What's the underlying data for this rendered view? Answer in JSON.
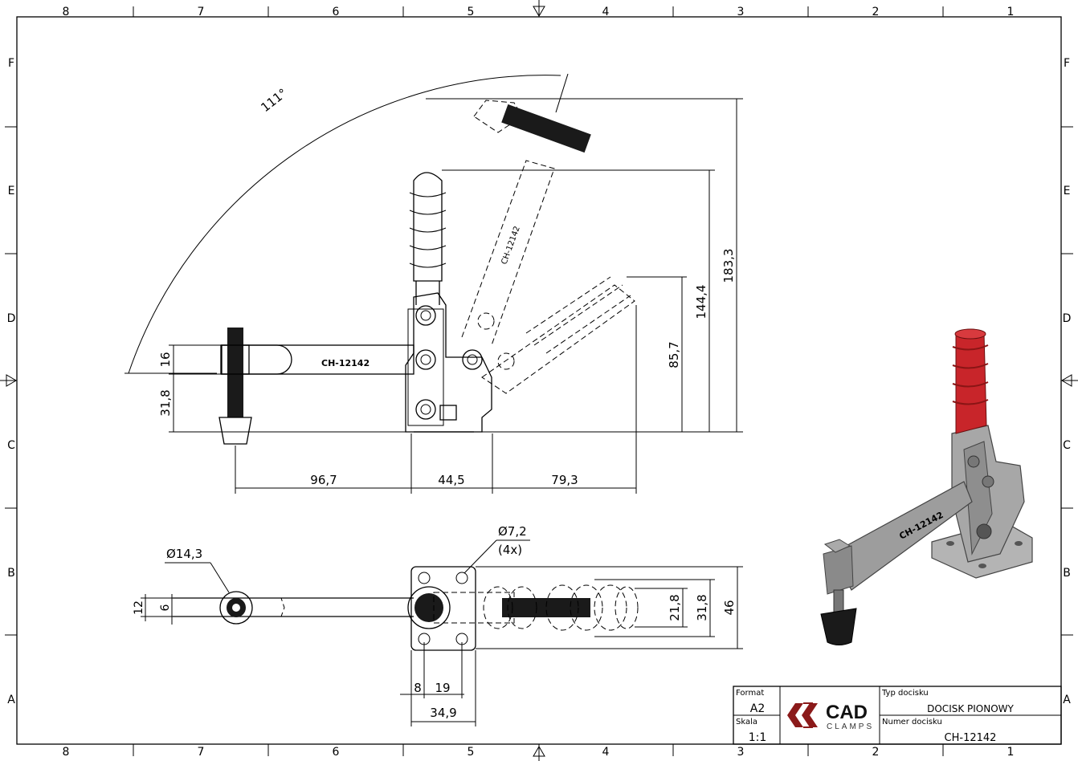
{
  "sheet": {
    "zones_top": [
      "8",
      "7",
      "6",
      "5",
      "4",
      "3",
      "2",
      "1"
    ],
    "zones_side": [
      "F",
      "E",
      "D",
      "C",
      "B",
      "A"
    ]
  },
  "dimensions": {
    "angle": "111°",
    "h16": "16",
    "h31_8_left": "31,8",
    "h85_7": "85,7",
    "h144_4": "144,4",
    "h183_3": "183,3",
    "w96_7": "96,7",
    "w44_5": "44,5",
    "w79_3": "79,3",
    "dia14_3": "Ø14,3",
    "dia7_2": "Ø7,2",
    "qty4x": "(4x)",
    "top12": "12",
    "top6": "6",
    "top21_8": "21,8",
    "top31_8": "31,8",
    "top46": "46",
    "b8": "8",
    "b19": "19",
    "b34_9": "34,9"
  },
  "part_label": "CH-12142",
  "iso_label": "CH-12142",
  "title_block": {
    "format_label": "Format",
    "format_value": "A2",
    "scale_label": "Skala",
    "scale_value": "1:1",
    "logo_main": "CAD",
    "logo_sub": "CLAMPS",
    "type_label": "Typ docisku",
    "type_value": "DOCISK PIONOWY",
    "number_label": "Numer docisku",
    "number_value": "CH-12142"
  },
  "colors": {
    "handle_red": "#c8252a",
    "steel": "#9a9a9a",
    "tip_black": "#1a1a1a",
    "logo_red": "#8b1a1a"
  }
}
